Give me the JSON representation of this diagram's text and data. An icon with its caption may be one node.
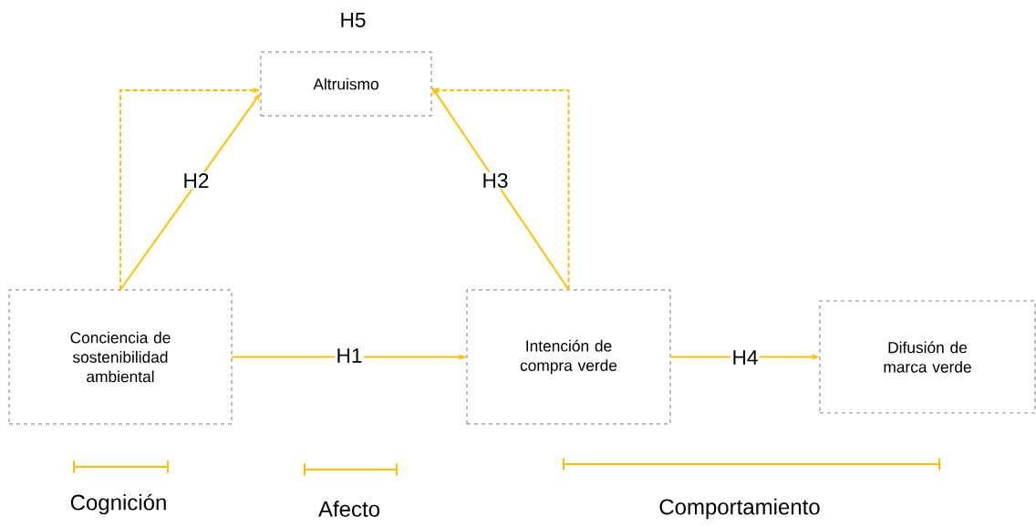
{
  "diagram": {
    "nodes": [
      {
        "text": [
          "Altruismo"
        ]
      },
      {
        "text": [
          "Conciencia de sostenibilidad ambiental"
        ]
      },
      {
        "text": [
          "Intención de compra verde"
        ]
      },
      {
        "text": [
          "Difusión de marca verde"
        ]
      }
    ],
    "edges": [
      {
        "from": 1,
        "to": 0,
        "arrow": "to",
        "label": "H2"
      },
      {
        "from": 2,
        "to": 0,
        "arrow": "to",
        "label": "H3"
      },
      {
        "from": 1,
        "to": 0,
        "arrow": "to",
        "style": "dashed"
      },
      {
        "from": 2,
        "to": 0,
        "arrow": "to",
        "style": "dashed"
      },
      {
        "from": 1,
        "to": 2,
        "arrow": "to",
        "label": "H1"
      },
      {
        "from": 2,
        "to": 3,
        "arrow": "to",
        "label": "H4"
      }
    ],
    "labels": [
      "H5",
      "Cognición",
      "Afecto",
      "Comportamiento"
    ]
  }
}
